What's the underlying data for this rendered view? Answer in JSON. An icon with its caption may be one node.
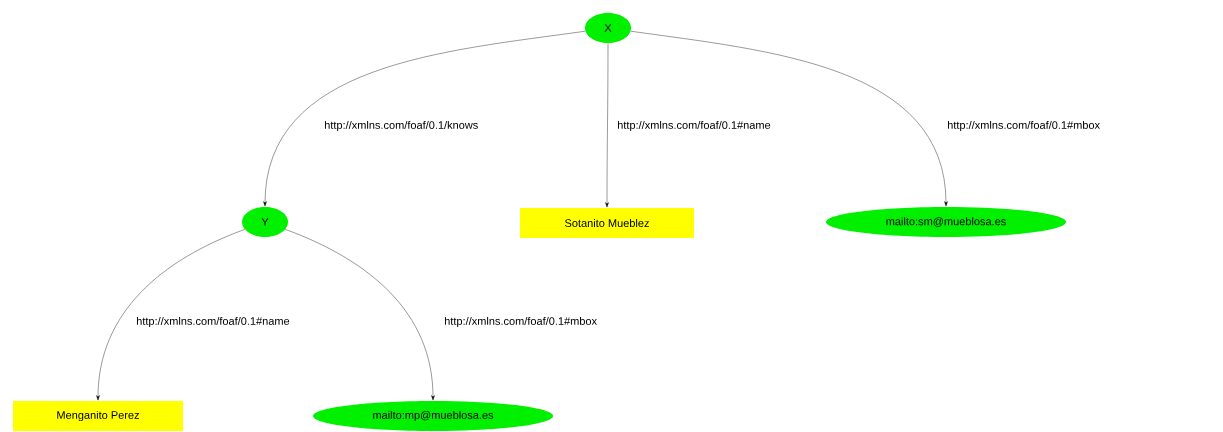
{
  "diagram": {
    "nodes": [
      {
        "text": [
          "X"
        ]
      },
      {
        "text": [
          "Y"
        ]
      },
      {
        "text": [
          "Sotanito Mueblez"
        ]
      },
      {
        "text": [
          "mailto:sm@mueblosa.es"
        ]
      },
      {
        "text": [
          "Menganito Perez"
        ]
      },
      {
        "text": [
          "mailto:mp@mueblosa.es"
        ]
      }
    ],
    "edges": [
      {
        "from": 0,
        "to": 1,
        "arrow": "to",
        "label": "http://xmlns.com/foaf/0.1/knows"
      },
      {
        "from": 0,
        "to": 2,
        "arrow": "to",
        "label": "http://xmlns.com/foaf/0.1#name"
      },
      {
        "from": 0,
        "to": 3,
        "arrow": "to",
        "label": "http://xmlns.com/foaf/0.1#mbox"
      },
      {
        "from": 1,
        "to": 4,
        "arrow": "to",
        "label": "http://xmlns.com/foaf/0.1#name"
      },
      {
        "from": 1,
        "to": 5,
        "arrow": "to",
        "label": "http://xmlns.com/foaf/0.1#mbox"
      }
    ]
  }
}
